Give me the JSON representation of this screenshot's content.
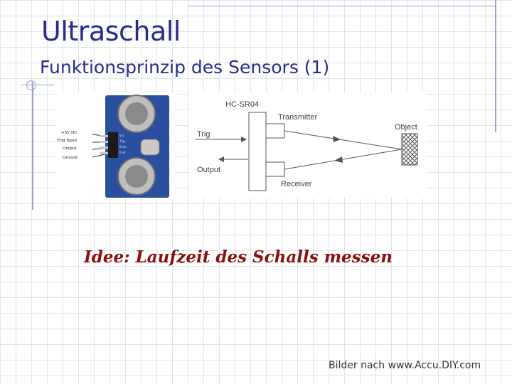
{
  "slide": {
    "title": "Ultraschall",
    "subtitle": "Funktionsprinzip des Sensors (1)",
    "idea": "Idee: Laufzeit des Schalls messen",
    "credit": "Bilder nach www.Accu.DIY.com"
  },
  "sensor_photo": {
    "pins": [
      "+5V DC",
      "Trig Input",
      "Output",
      "Ground"
    ],
    "pin_header": [
      "Vcc",
      "Trig",
      "Echo",
      "Gnd"
    ]
  },
  "diagram": {
    "module_label": "HC-SR04",
    "transmitter_label": "Transmitter",
    "receiver_label": "Receiver",
    "object_label": "Object",
    "trig_label": "Trig",
    "output_label": "Output"
  },
  "colors": {
    "title": "#2a2a8c",
    "idea": "#8b0f0f",
    "grid": "#e3e3ec"
  }
}
